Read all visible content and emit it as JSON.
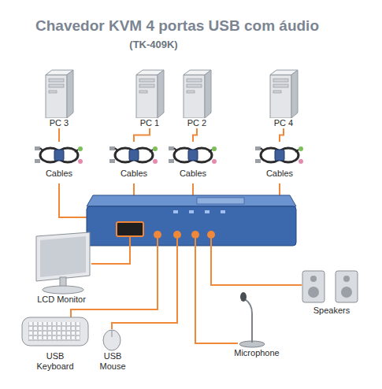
{
  "diagram": {
    "title": "Chavedor KVM 4 portas USB com áudio",
    "nodes": [
      {
        "text": [
          "PC 3"
        ]
      },
      {
        "text": [
          "PC 1"
        ]
      },
      {
        "text": [
          "PC 2"
        ]
      },
      {
        "text": [
          "PC 4"
        ]
      },
      {
        "text": [
          "Cables"
        ]
      },
      {
        "text": [
          "Cables"
        ]
      },
      {
        "text": [
          "Cables"
        ]
      },
      {
        "text": [
          "Cables"
        ]
      },
      {
        "text": [
          "LCD Monitor"
        ]
      },
      {
        "text": [
          "Speakers"
        ]
      },
      {
        "text": [
          "USB Keyboard"
        ]
      },
      {
        "text": [
          "USB Mouse"
        ]
      },
      {
        "text": [
          "Microphone"
        ]
      }
    ],
    "edges": [
      {
        "from": 0,
        "to": 4,
        "arrow": "none"
      },
      {
        "from": 1,
        "to": 5,
        "arrow": "none"
      },
      {
        "from": 2,
        "to": 6,
        "arrow": "none"
      },
      {
        "from": 3,
        "to": 7,
        "arrow": "none"
      }
    ],
    "labels": [
      "(TK-409K)"
    ]
  }
}
